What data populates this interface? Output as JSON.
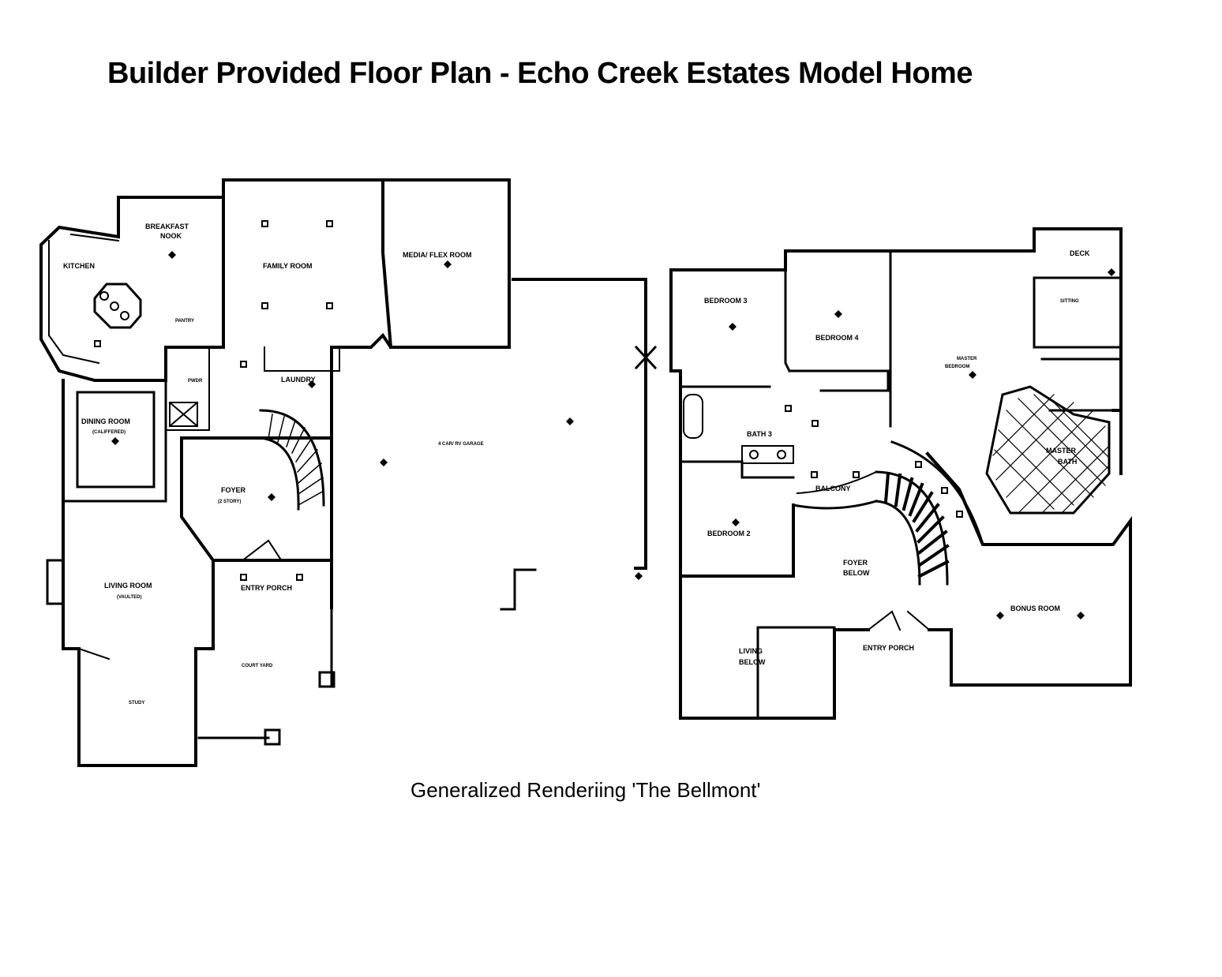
{
  "title": "Builder Provided Floor Plan - Echo Creek Estates Model Home",
  "caption": "Generalized Renderiing 'The Bellmont'",
  "main_floor": {
    "rooms": {
      "kitchen": "KITCHEN",
      "breakfast_nook_1": "BREAKFAST",
      "breakfast_nook_2": "NOOK",
      "family_room": "FAMILY ROOM",
      "media_flex_room": "MEDIA/ FLEX ROOM",
      "pantry": "PANTRY",
      "pwdr": "PWDR",
      "laundry": "LAUNDRY",
      "dining_room": "DINING ROOM",
      "dining_note": "(CALIFFERED)",
      "foyer": "FOYER",
      "foyer_note": "(2 STORY)",
      "garage": "4 CAR/ RV GARAGE",
      "living_room": "LIVING ROOM",
      "living_note": "(VAULTED)",
      "entry_porch": "ENTRY PORCH",
      "court_yard": "COURT YARD",
      "study": "STUDY"
    }
  },
  "upper_floor": {
    "rooms": {
      "deck": "DECK",
      "sitting": "SITTING",
      "bedroom_3": "BEDROOM 3",
      "bedroom_4": "BEDROOM 4",
      "master_bedroom_1": "MASTER",
      "master_bedroom_2": "BEDROOM",
      "bath_3": "BATH 3",
      "master_bath_1": "MASTER",
      "master_bath_2": "BATH",
      "balcony": "BALCONY",
      "bedroom_2": "BEDROOM 2",
      "foyer_below_1": "FOYER",
      "foyer_below_2": "BELOW",
      "bonus_room": "BONUS ROOM",
      "living_below_1": "LIVING",
      "living_below_2": "BELOW",
      "entry_porch": "ENTRY PORCH"
    }
  }
}
